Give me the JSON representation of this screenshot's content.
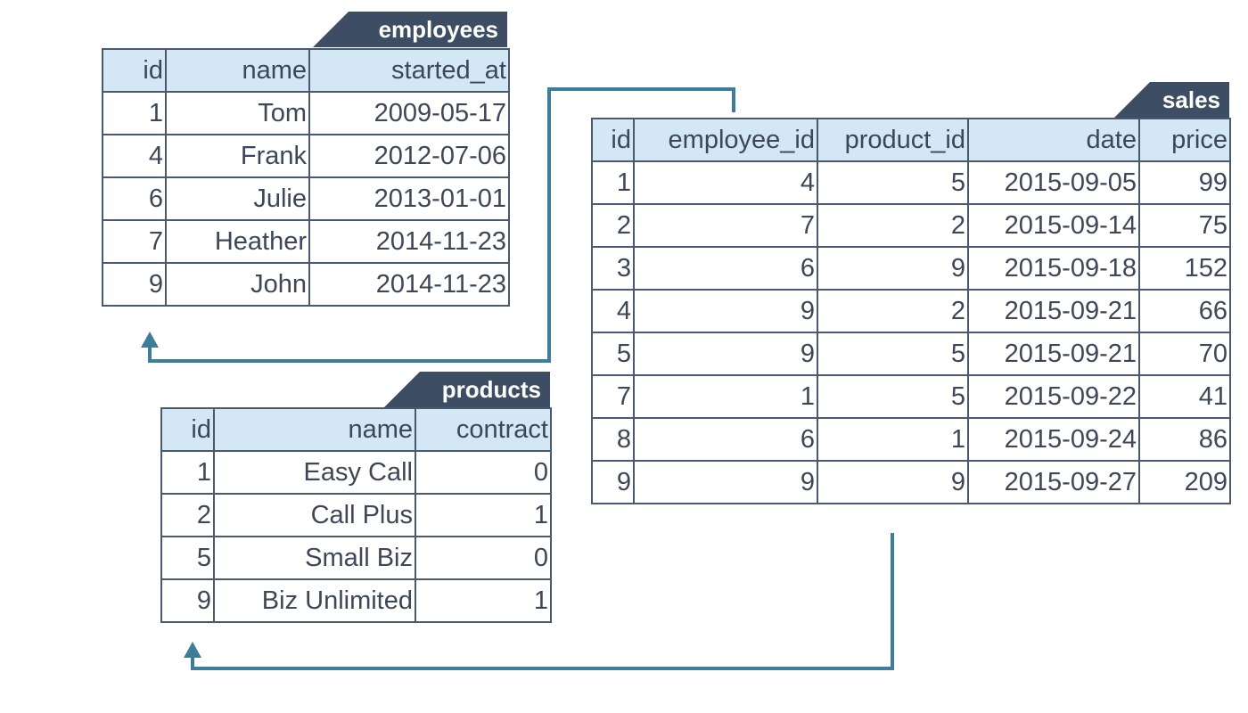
{
  "colors": {
    "header_fill": "#d3e7f5",
    "label_fill": "#3d4e64",
    "border": "#4a5a6e",
    "link": "#3d7d99"
  },
  "employees": {
    "name": "employees",
    "columns": [
      "id",
      "name",
      "started_at"
    ],
    "rows": [
      [
        "1",
        "Tom",
        "2009-05-17"
      ],
      [
        "4",
        "Frank",
        "2012-07-06"
      ],
      [
        "6",
        "Julie",
        "2013-01-01"
      ],
      [
        "7",
        "Heather",
        "2014-11-23"
      ],
      [
        "9",
        "John",
        "2014-11-23"
      ]
    ]
  },
  "products": {
    "name": "products",
    "columns": [
      "id",
      "name",
      "contract"
    ],
    "rows": [
      [
        "1",
        "Easy Call",
        "0"
      ],
      [
        "2",
        "Call Plus",
        "1"
      ],
      [
        "5",
        "Small Biz",
        "0"
      ],
      [
        "9",
        "Biz Unlimited",
        "1"
      ]
    ]
  },
  "sales": {
    "name": "sales",
    "columns": [
      "id",
      "employee_id",
      "product_id",
      "date",
      "price"
    ],
    "rows": [
      [
        "1",
        "4",
        "5",
        "2015-09-05",
        "99"
      ],
      [
        "2",
        "7",
        "2",
        "2015-09-14",
        "75"
      ],
      [
        "3",
        "6",
        "9",
        "2015-09-18",
        "152"
      ],
      [
        "4",
        "9",
        "2",
        "2015-09-21",
        "66"
      ],
      [
        "5",
        "9",
        "5",
        "2015-09-21",
        "70"
      ],
      [
        "7",
        "1",
        "5",
        "2015-09-22",
        "41"
      ],
      [
        "8",
        "6",
        "1",
        "2015-09-24",
        "86"
      ],
      [
        "9",
        "9",
        "9",
        "2015-09-27",
        "209"
      ]
    ]
  },
  "links": [
    {
      "from": "sales.employee_id",
      "to": "employees.id"
    },
    {
      "from": "sales.product_id",
      "to": "products.id"
    }
  ]
}
